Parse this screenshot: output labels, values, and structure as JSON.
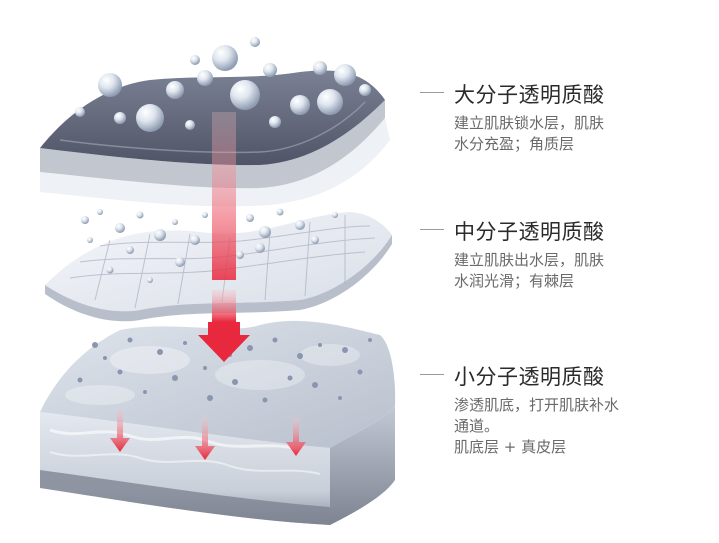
{
  "layers": [
    {
      "title": "大分子透明质酸",
      "desc": [
        "建立肌肤锁水层，肌肤",
        "水分充盈；角质层"
      ]
    },
    {
      "title": "中分子透明质酸",
      "desc": [
        "建立肌肤出水层，肌肤",
        "水润光滑；有棘层"
      ]
    },
    {
      "title": "小分子透明质酸",
      "desc": [
        "渗透肌底，打开肌肤补水",
        "通道。",
        "肌底层 + 真皮层"
      ]
    }
  ],
  "colors": {
    "arrow_red": "#e8283c",
    "title_text": "#2a2a2a",
    "desc_text": "#6a6a6a",
    "leader_line": "#9a9a9a"
  }
}
